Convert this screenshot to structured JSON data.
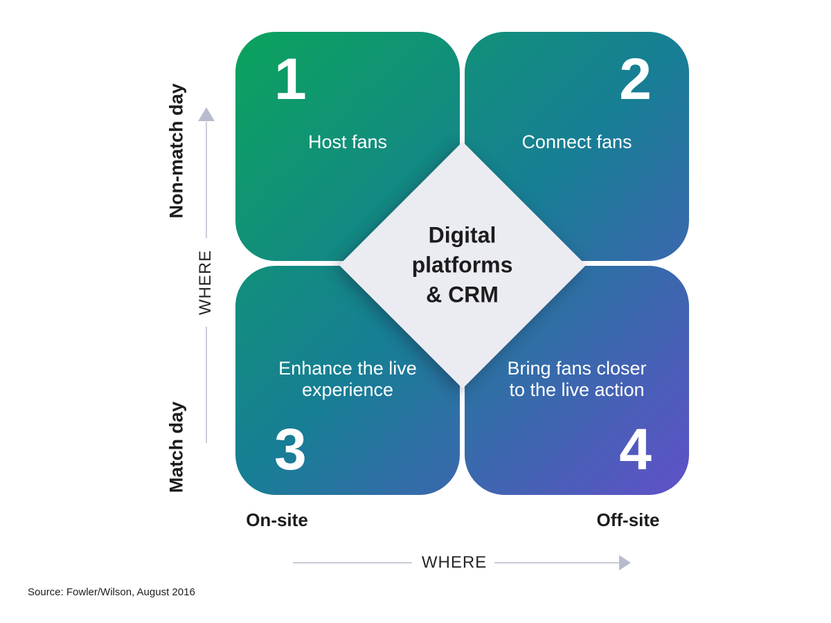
{
  "quadrants": [
    {
      "number": "1",
      "lines": [
        "Host fans"
      ]
    },
    {
      "number": "2",
      "lines": [
        "Connect fans"
      ]
    },
    {
      "number": "3",
      "lines": [
        "Enhance the live",
        "experience"
      ]
    },
    {
      "number": "4",
      "lines": [
        "Bring fans closer",
        "to the live action"
      ]
    }
  ],
  "center": {
    "lines": [
      "Digital",
      "platforms",
      "& CRM"
    ]
  },
  "y_axis": {
    "top_label": "Non-match day",
    "bottom_label": "Match day",
    "axis_label": "WHERE"
  },
  "x_axis": {
    "left_label": "On-site",
    "right_label": "Off-site",
    "axis_label": "WHERE"
  },
  "source": "Source: Fowler/Wilson, August 2016",
  "colors": {
    "grad-start": "#0ba35c",
    "grad-mid": "#177e95",
    "grad-end": "#6150c8",
    "diamond-bg": "#ebecf1",
    "arrow-line": "#c9ccd8",
    "arrow-head": "#b7bbcc",
    "text-dark": "#1c1c1f",
    "text-light": "#ffffff"
  }
}
